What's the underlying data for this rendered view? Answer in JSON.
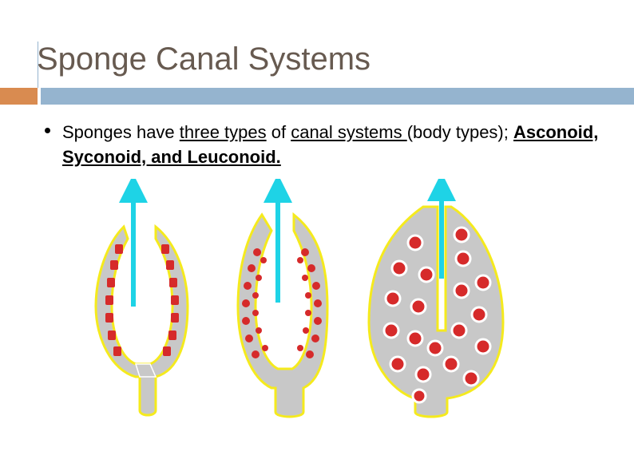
{
  "slide": {
    "title": "Sponge Canal Systems",
    "bullet": {
      "part1": "Sponges have ",
      "part2": "three types",
      "part3": " of ",
      "part4": "canal systems ",
      "part5": "(body types); ",
      "part6": "Asconoid, Syconoid, and Leuconoid."
    }
  },
  "colors": {
    "title": "#675a50",
    "accent_orange": "#d98b50",
    "accent_blue": "#95b4cf",
    "arrow": "#1ed3e6",
    "body_gray": "#c8c8c8",
    "choanocyte_red": "#d62a2a",
    "pinacoderm_yellow": "#f5ea1d"
  },
  "figure": {
    "icons": [
      "asconoid-sponge-diagram",
      "syconoid-sponge-diagram",
      "leuconoid-sponge-diagram",
      "water-flow-arrow-icon"
    ]
  }
}
